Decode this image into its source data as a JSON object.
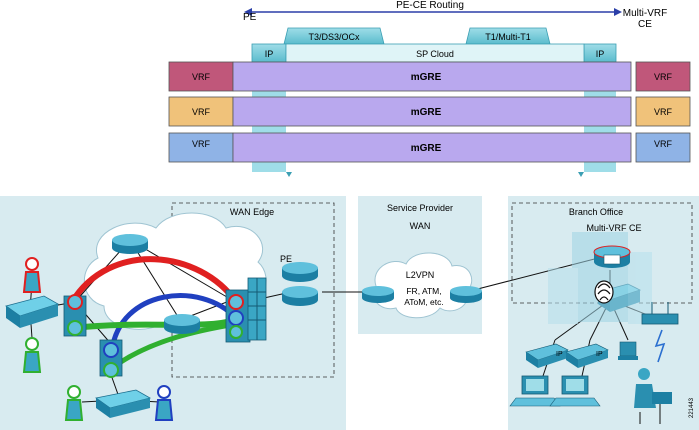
{
  "top": {
    "routing_label": "PE-CE Routing",
    "left_label": "PE",
    "right_label": "Multi-VRF CE",
    "right_label_line1": "Multi-VRF",
    "right_label_line2": "CE",
    "tab_left": "T3/DS3/OCx",
    "tab_right": "T1/Multi-T1",
    "ip_left": "IP",
    "ip_right": "IP",
    "cloud_label": "SP Cloud",
    "rows": [
      {
        "vrf_left": "VRF",
        "tunnel": "mGRE",
        "vrf_right": "VRF",
        "color": "#c0577a"
      },
      {
        "vrf_left": "VRF",
        "tunnel": "mGRE",
        "vrf_right": "VRF",
        "color": "#f0c27a"
      },
      {
        "vrf_left": "VRF",
        "tunnel": "mGRE",
        "vrf_right": "VRF",
        "color": "#8fb3e6"
      }
    ],
    "tunnel_color": "#b9a8ee"
  },
  "bottom": {
    "wan_edge_label": "WAN Edge",
    "pe_label": "PE",
    "sp_title_line1": "Service Provider",
    "sp_title_line2": "WAN",
    "l2vpn_label": "L2VPN",
    "l2vpn_sub1": "FR, ATM,",
    "l2vpn_sub2": "AToM, etc.",
    "branch_label": "Branch Office",
    "branch_ce_label": "Multi-VRF CE",
    "figure_id": "221443",
    "ip_phone_label": "IP"
  },
  "colors": {
    "panel_bg": "#d8ebf0",
    "device_blue": "#2a8fb0",
    "path_red": "#e02020",
    "path_blue": "#2040c0",
    "path_green": "#30b030"
  }
}
